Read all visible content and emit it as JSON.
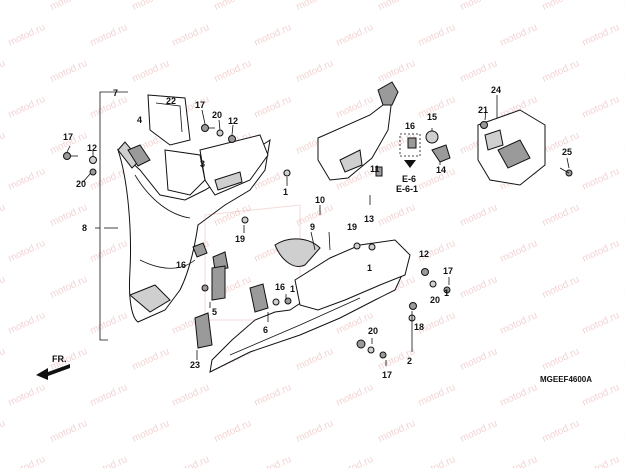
{
  "watermark": "motod.ru",
  "diagram_code": "MGEEF4600A",
  "direction_label": "FR.",
  "ref_labels": [
    "E-6",
    "E-6-1"
  ],
  "callouts": [
    "1",
    "2",
    "3",
    "4",
    "5",
    "6",
    "7",
    "8",
    "9",
    "10",
    "11",
    "12",
    "13",
    "14",
    "15",
    "16",
    "17",
    "18",
    "19",
    "20",
    "21",
    "22",
    "23",
    "24",
    "25"
  ]
}
